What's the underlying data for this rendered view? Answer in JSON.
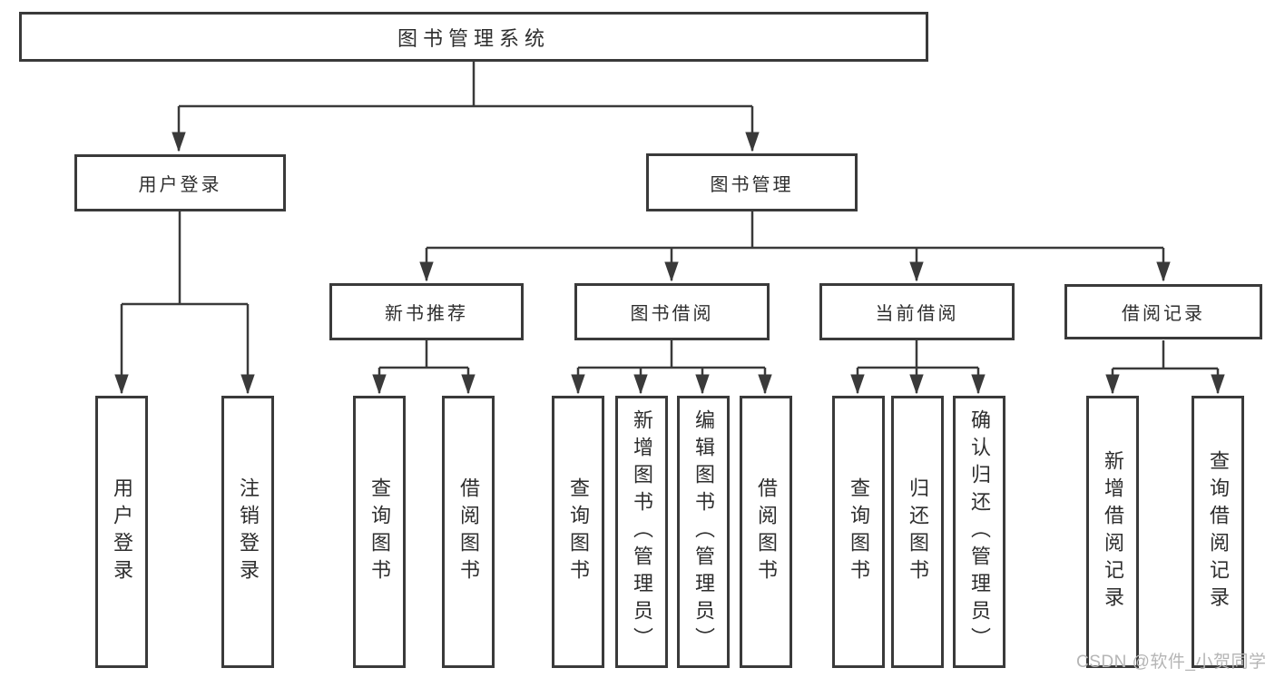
{
  "root": {
    "label": "图书管理系统"
  },
  "branches": [
    {
      "label": "用户登录",
      "leaves": [
        "用户登录",
        "注销登录"
      ]
    },
    {
      "label": "图书管理",
      "groups": [
        {
          "label": "新书推荐",
          "leaves": [
            "查询图书",
            "借阅图书"
          ]
        },
        {
          "label": "图书借阅",
          "leaves": [
            "查询图书",
            "新增图书（管理员）",
            "编辑图书（管理员）",
            "借阅图书"
          ]
        },
        {
          "label": "当前借阅",
          "leaves": [
            "查询图书",
            "归还图书",
            "确认归还（管理员）"
          ]
        },
        {
          "label": "借阅记录",
          "leaves": [
            "新增借阅记录",
            "查询借阅记录"
          ]
        }
      ]
    }
  ],
  "watermark": "CSDN @软件_小贺同学",
  "colors": {
    "line": "#3a3a3a",
    "box_border": "#3a3a3a",
    "box_fill": "#ffffff",
    "text": "#2e2e2e",
    "watermark": "#b5b5b5"
  }
}
